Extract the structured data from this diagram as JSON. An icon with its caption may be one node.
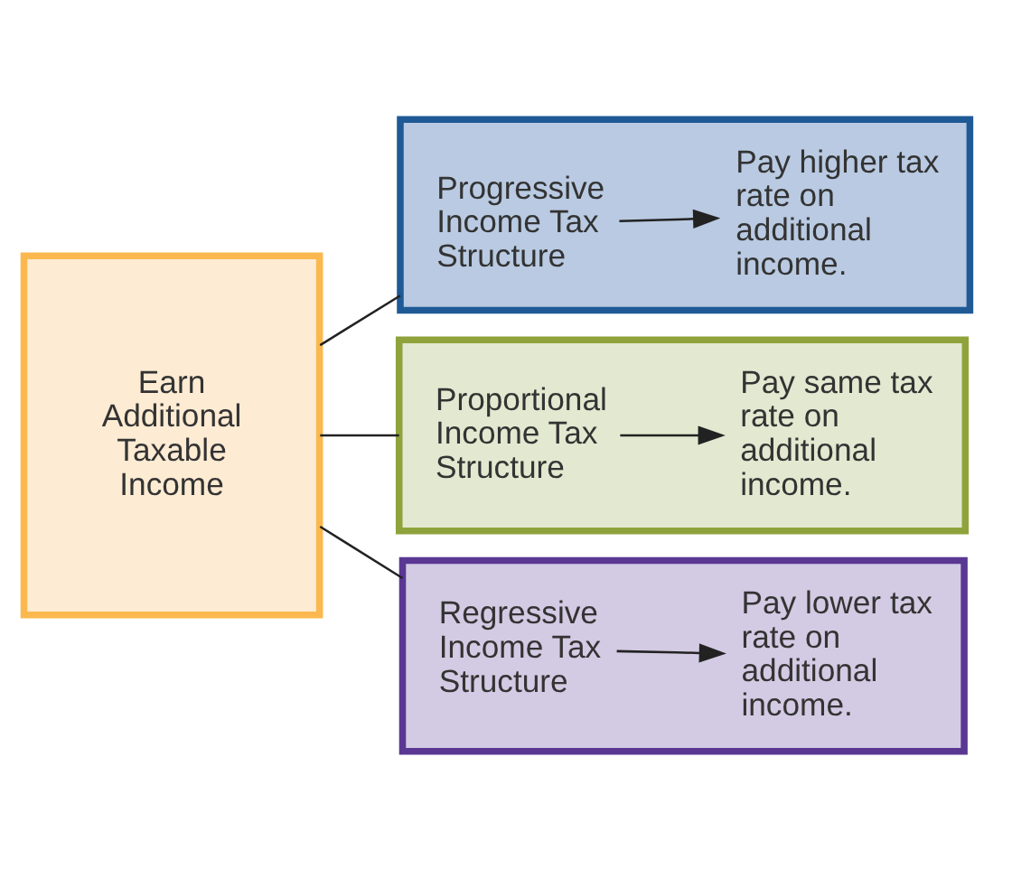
{
  "diagram": {
    "nodes": [
      {
        "text": [
          "Earn Additional Taxable Income"
        ]
      },
      {
        "text": [],
        "shape": "box"
      },
      {
        "text": [
          "Progressive Income Tax Structure"
        ],
        "in": 1
      },
      {
        "text": [
          "Pay higher tax rate on additional income."
        ],
        "in": 1
      },
      {
        "text": [],
        "shape": "box"
      },
      {
        "text": [
          "Proportional Income Tax Structure"
        ],
        "in": 4
      },
      {
        "text": [
          "Pay same tax rate on additional income."
        ],
        "in": 4
      },
      {
        "text": [],
        "shape": "box"
      },
      {
        "text": [
          "Regressive Income Tax Structure"
        ],
        "in": 7
      },
      {
        "text": [
          "Pay lower tax rate on additional income."
        ],
        "in": 7
      }
    ],
    "edges": [
      {
        "from": 0,
        "to": 1,
        "arrow": "none"
      },
      {
        "from": 0,
        "to": 4,
        "arrow": "none"
      },
      {
        "from": 0,
        "to": 7,
        "arrow": "none"
      },
      {
        "from": 2,
        "to": 3,
        "arrow": "to"
      },
      {
        "from": 5,
        "to": 6,
        "arrow": "to"
      },
      {
        "from": 8,
        "to": 9,
        "arrow": "to"
      }
    ]
  }
}
